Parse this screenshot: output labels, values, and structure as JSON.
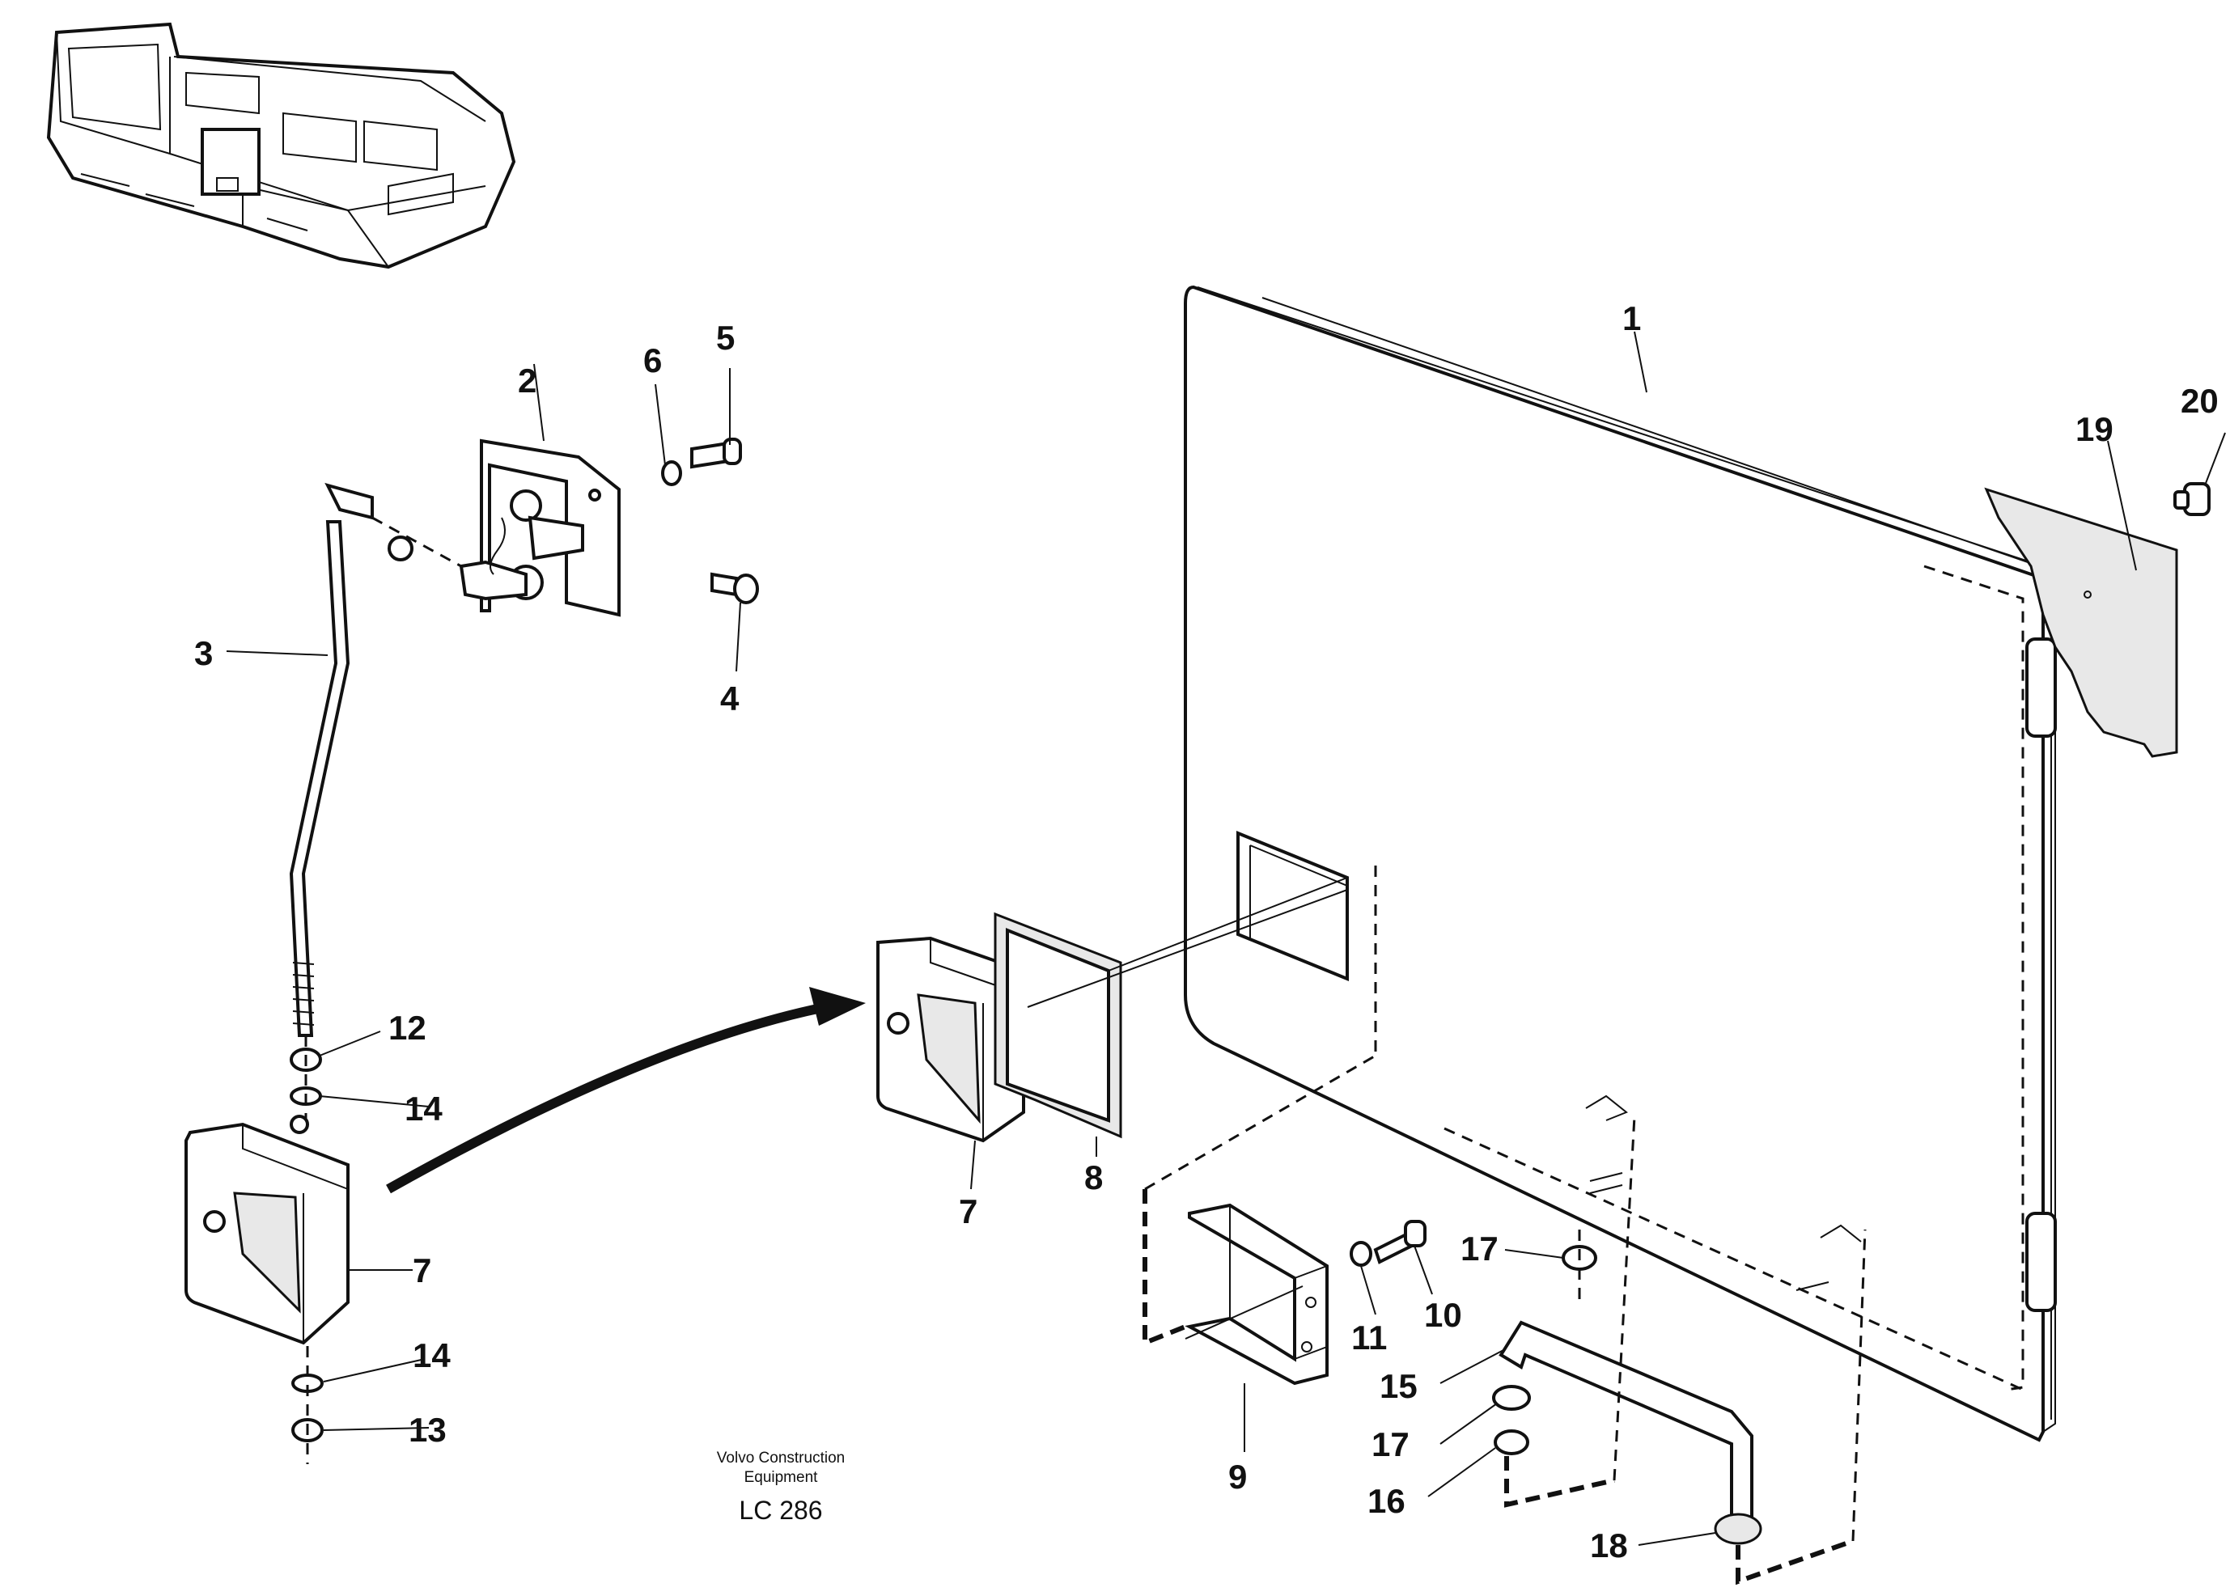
{
  "document": {
    "caption_line1": "Volvo Construction",
    "caption_line2": "Equipment",
    "code": "LC 286"
  },
  "callouts": {
    "c1": "1",
    "c2": "2",
    "c3": "3",
    "c4": "4",
    "c5": "5",
    "c6": "6",
    "c7a": "7",
    "c7b": "7",
    "c8": "8",
    "c9": "9",
    "c10": "10",
    "c11": "11",
    "c12": "12",
    "c13": "13",
    "c14a": "14",
    "c14b": "14",
    "c15": "15",
    "c16": "16",
    "c17a": "17",
    "c17b": "17",
    "c18": "18",
    "c19": "19",
    "c20": "20"
  }
}
